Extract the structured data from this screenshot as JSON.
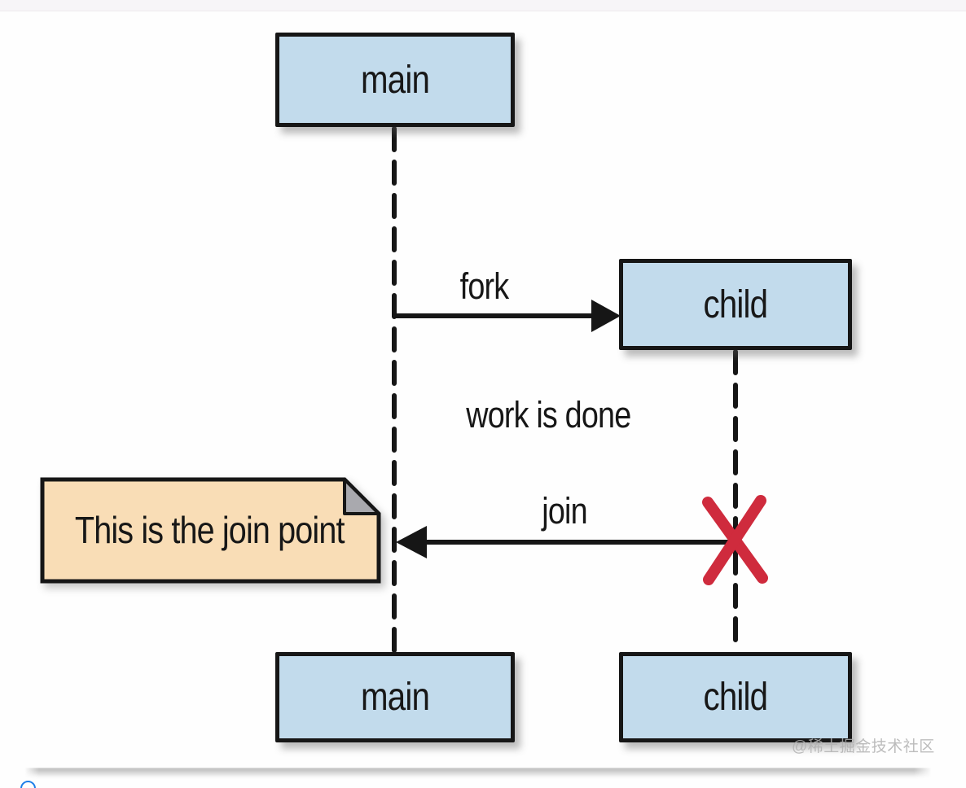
{
  "diagram": {
    "type": "sequence-fork-join",
    "participants": {
      "main_top": "main",
      "child_mid": "child",
      "main_bottom": "main",
      "child_bottom": "child"
    },
    "messages": {
      "fork": "fork",
      "join": "join"
    },
    "annotations": {
      "work_done": "work is done",
      "note": "This is the join point"
    },
    "colors": {
      "participant_fill": "#c2dbec",
      "outline_black": "#161616",
      "note_fill": "#f9ddb6",
      "note_fold_gray": "#a9a9ae",
      "terminate_cross_red": "#cf2b3d",
      "watermark_gray": "#b0b0b0",
      "corner_dot_blue": "#1f7fe8"
    }
  },
  "watermark": "@稀土掘金技术社区"
}
